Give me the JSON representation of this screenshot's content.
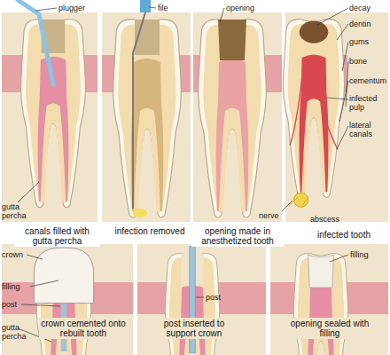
{
  "diagram": {
    "labels": [
      "plugger",
      "gutta percha",
      "canals filled with gutta percha",
      "file",
      "infection removed",
      "opening",
      "opening made in anesthetized tooth",
      "decay",
      "dentin",
      "gums",
      "bone",
      "cementum",
      "infected pulp",
      "lateral canals",
      "nerve",
      "abscess",
      "infected tooth",
      "crown",
      "filling",
      "post",
      "gutta percha",
      "crown cemented onto rebuilt tooth",
      "post",
      "post inserted to support crown",
      "filling",
      "opening sealed with filling"
    ]
  }
}
